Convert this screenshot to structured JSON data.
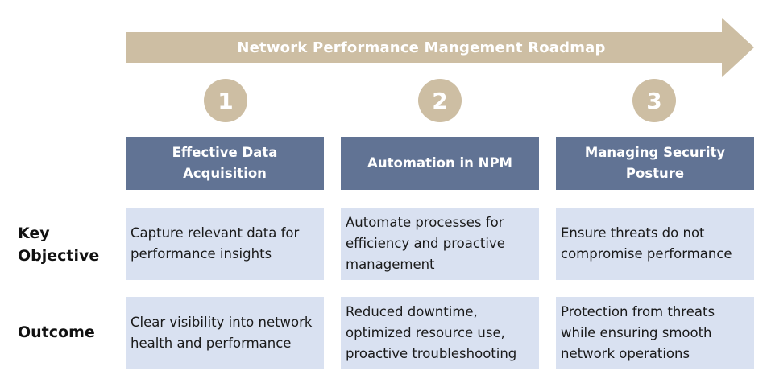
{
  "roadmap": {
    "title": "Network Performance Mangement Roadmap",
    "arrow_color": "#cdbea3"
  },
  "steps": [
    {
      "number": "1",
      "title": "Effective Data Acquisition",
      "key_objective": "Capture relevant data for performance insights",
      "outcome": "Clear visibility into network health and performance"
    },
    {
      "number": "2",
      "title": "Automation in NPM",
      "key_objective": "Automate processes for efficiency and proactive management",
      "outcome": "Reduced downtime, optimized resource use, proactive troubleshooting"
    },
    {
      "number": "3",
      "title": "Managing Security Posture",
      "key_objective": "Ensure threats do not compromise performance",
      "outcome": "Protection from threats while ensuring smooth network operations"
    }
  ],
  "rows": {
    "key_objective_label": "Key Objective",
    "outcome_label": "Outcome"
  },
  "colors": {
    "header_bg": "#617394",
    "cell_bg": "#d9e1f1",
    "circle_bg": "#cdbea3"
  }
}
